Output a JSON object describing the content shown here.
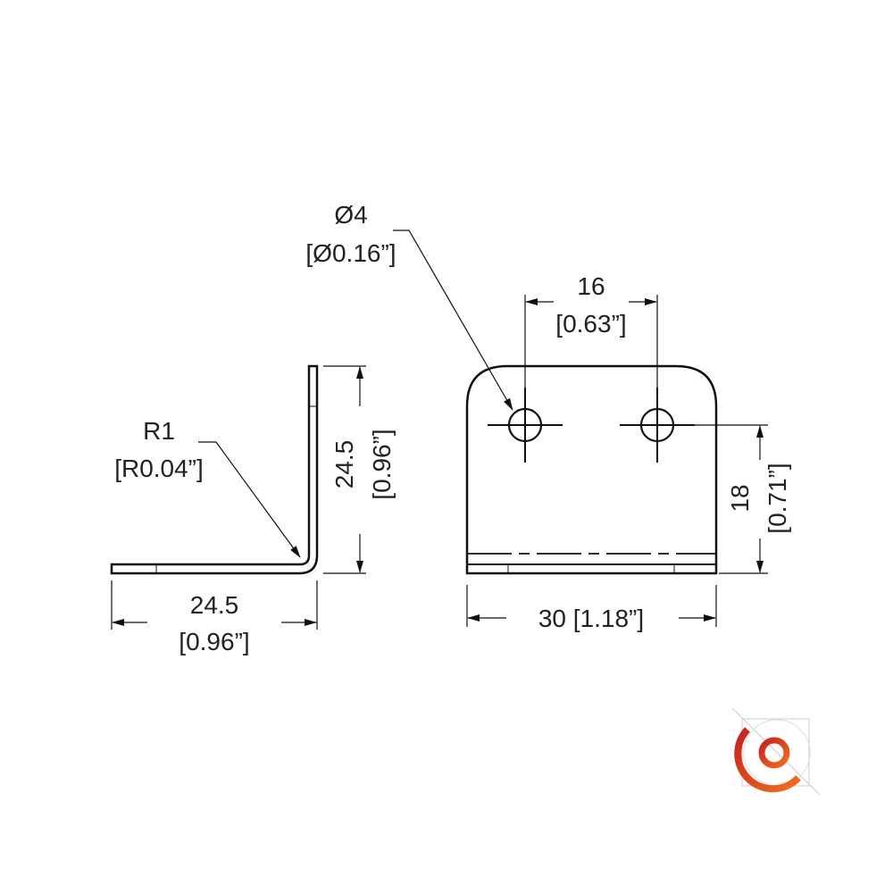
{
  "side_view": {
    "radius_label": "R1",
    "radius_label_in": "[R0.04”]",
    "height_label": "24.5",
    "height_label_in": "[0.96”]",
    "width_label": "24.5",
    "width_label_in": "[0.96”]"
  },
  "front_view": {
    "hole_label": "Ø4",
    "hole_label_in": "[Ø0.16”]",
    "spacing_label": "16",
    "spacing_label_in": "[0.63”]",
    "hole_height_label": "18",
    "hole_height_label_in": "[0.71”]",
    "width_label": "30 [1.18”]"
  },
  "logo": {
    "colors": [
      "#c8201e",
      "#e8641e"
    ]
  }
}
